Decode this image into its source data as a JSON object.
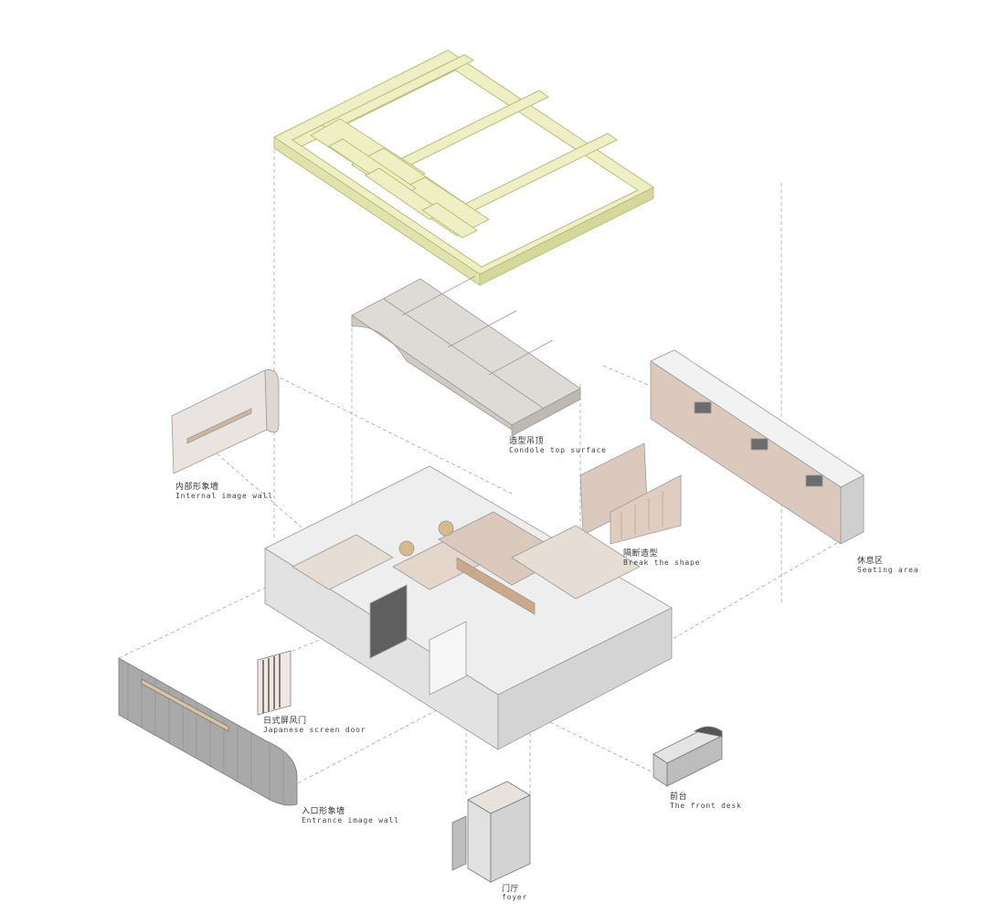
{
  "labels": {
    "console": {
      "cn": "造型吊顶",
      "en": "Condole top surface"
    },
    "internal_wall": {
      "cn": "内部形象墙",
      "en": "Internal image wall"
    },
    "break_shape": {
      "cn": "隔断造型",
      "en": "Break the shape"
    },
    "seating": {
      "cn": "休息区",
      "en": "Seating area"
    },
    "japanese_door": {
      "cn": "日式屏风门",
      "en": "Japanese screen door"
    },
    "entrance_wall": {
      "cn": "入口形象墙",
      "en": "Entrance image wall"
    },
    "front_desk": {
      "cn": "前台",
      "en": "The front desk"
    },
    "foyer": {
      "cn": "门厅",
      "en": "foyer"
    }
  },
  "colors": {
    "frame": "#eef0c4",
    "frame_stroke": "#b9bd7a",
    "ceiling": "#d9d6d2",
    "wall": "#eeeeee",
    "wood": "#dcc9bd",
    "line": "#9a9a9a"
  }
}
